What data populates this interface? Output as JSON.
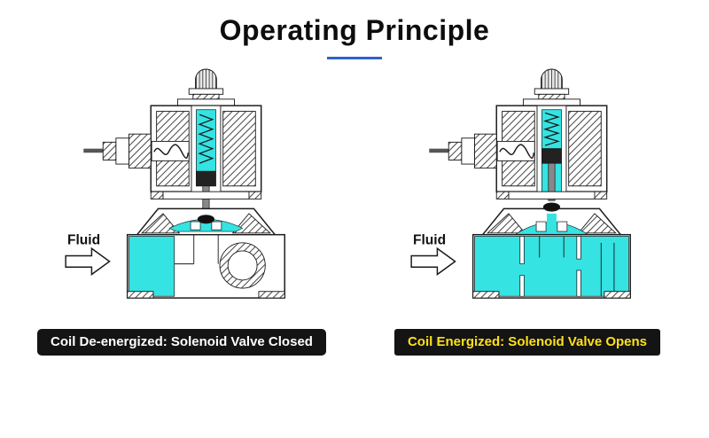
{
  "title": "Operating Principle",
  "diagrams": {
    "left": {
      "state": "closed",
      "fluid_label": "Fluid",
      "caption": "Coil De-energized: Solenoid Valve Closed"
    },
    "right": {
      "state": "open",
      "fluid_label": "Fluid",
      "caption": "Coil Energized: Solenoid Valve Opens"
    }
  },
  "colors": {
    "title_text": "#0d0d0d",
    "accent_underline": "#2e62c9",
    "fluid_cyan": "#35e3e3",
    "line_art": "#1a1a1a",
    "caption_bg": "#141414",
    "caption_text_closed": "#ffffff",
    "caption_text_open": "#ffe11a"
  }
}
